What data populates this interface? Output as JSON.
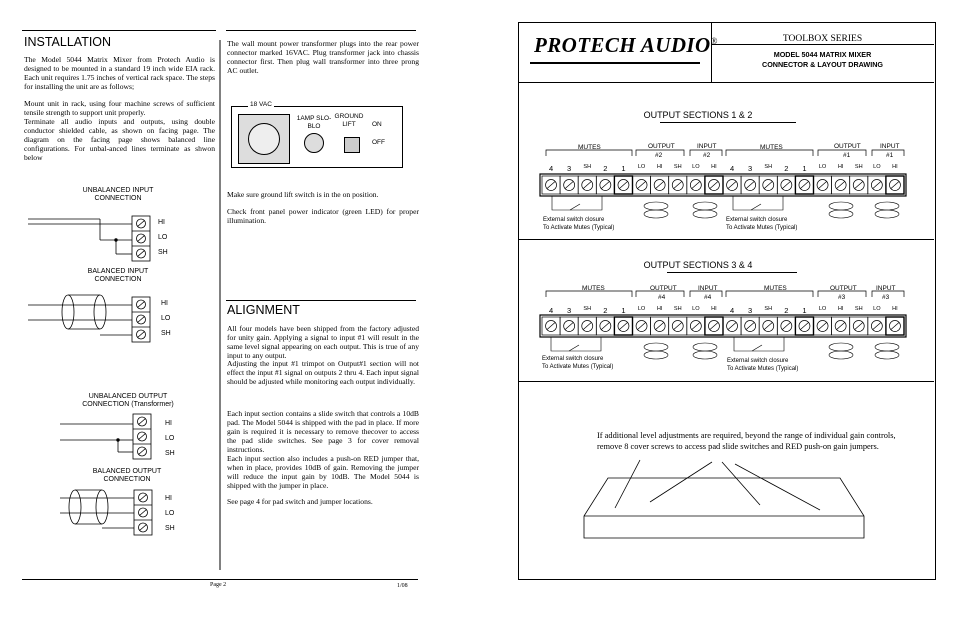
{
  "left_page": {
    "installation": {
      "heading": "INSTALLATION",
      "para1": "The Model 5044 Matrix Mixer from Protech Audio is designed to be mounted in a standard 19 inch wide EIA rack. Each unit requires 1.75 inches of vertical rack space. The steps for installing the unit are as follows;",
      "para2": "Mount unit in rack, using four machine screws of sufficient tensile strength to support unit properly.",
      "para3": "Terminate all audio inputs and outputs, using double conductor shielded cable, as shown on facing page. The diagram on the facing page shows balanced line configurations. For unbal-anced lines terminate as shwon below"
    },
    "wiring": {
      "unbalanced_input": "UNBALANCED INPUT CONNECTION",
      "balanced_input": "BALANCED INPUT CONNECTION",
      "unbalanced_output": "UNBALANCED OUTPUT CONNECTION (Transformer)",
      "balanced_output": "BALANCED OUTPUT CONNECTION",
      "hi": "HI",
      "lo": "LO",
      "sh": "SH"
    },
    "power": {
      "para1": "The wall mount power transformer plugs into the rear power connector marked 16VAC. Plug transformer jack into chassis connector first. Then plug wall transformer into three prong AC outlet.",
      "vac_label": "18 VAC",
      "fuse_label": "1AMP SLO-BLO",
      "ground_label": "GROUND LIFT",
      "on": "ON",
      "off": "OFF",
      "para2": "Make sure ground lift switch is in the on position.",
      "para3": "Check front panel power indicator (green LED) for proper illumination."
    },
    "alignment": {
      "heading": "ALIGNMENT",
      "para1": "All four models have been shipped from the factory adjusted for unity gain. Applying a signal to input #1 will result in the same level signal appearing on each output. This is true of any input to any output.",
      "para2": "Adjusting the input #1 trimpot on Output#1 section will not effect the input #1 signal on outputs 2 thru 4. Each input signal should be adjusted while monitoring each output individually.",
      "para3": "Each input section contains a slide switch that controls a 10dB pad. The Model 5044 is shipped with the pad in place. If more gain is required it is necessary to remove thecover to access the pad slide switches. See page 3 for cover removal instructions.",
      "para4": "Each input section also includes a push-on RED jumper that, when in place, provides 10dB of gain. Removing the jumper will reduce the input gain by 10dB. The Model 5044 is shipped with the jumper in place.",
      "para5": "See page 4 for pad switch and jumper locations."
    },
    "footer": {
      "page": "Page 2",
      "date": "1/08"
    }
  },
  "right_page": {
    "brand": "PROTECH AUDIO",
    "registered": "®",
    "series": "TOOLBOX SERIES",
    "model": "MODEL 5044 MATRIX MIXER",
    "subtitle": "CONNECTOR & LAYOUT DRAWING",
    "section_a": {
      "title": "OUTPUT SECTIONS 1 & 2",
      "groups": [
        {
          "label": "MUTES"
        },
        {
          "label": "OUTPUT",
          "sub": "#2"
        },
        {
          "label": "INPUT",
          "sub": "#2"
        },
        {
          "label": "MUTES"
        },
        {
          "label": "OUTPUT",
          "sub": "#1"
        },
        {
          "label": "INPUT",
          "sub": "#1"
        }
      ]
    },
    "section_b": {
      "title": "OUTPUT SECTIONS 3 & 4",
      "groups": [
        {
          "label": "MUTES"
        },
        {
          "label": "OUTPUT",
          "sub": "#4"
        },
        {
          "label": "INPUT",
          "sub": "#4"
        },
        {
          "label": "MUTES"
        },
        {
          "label": "OUTPUT",
          "sub": "#3"
        },
        {
          "label": "INPUT",
          "sub": "#3"
        }
      ]
    },
    "pins": [
      "4",
      "3",
      "SH",
      "2",
      "1",
      "LO",
      "HI",
      "SH",
      "LO",
      "HI",
      "4",
      "3",
      "SH",
      "2",
      "1",
      "LO",
      "HI",
      "SH",
      "LO",
      "HI"
    ],
    "ext_switch_1": "External switch closure",
    "ext_switch_2": "To Activate Mutes (Typical)",
    "gain_note": "If additional level adjustments are required, beyond the range of individual gain controls, remove 8 cover screws to access pad slide switches and RED push-on gain jumpers."
  }
}
